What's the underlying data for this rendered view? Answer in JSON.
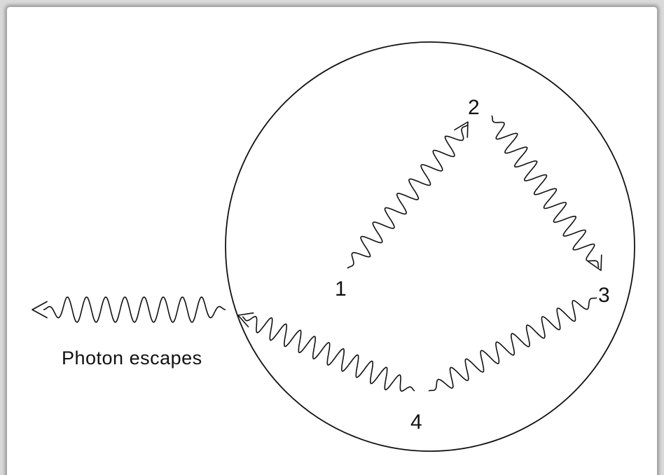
{
  "diagram": {
    "points": [
      {
        "id": "1",
        "label": "1"
      },
      {
        "id": "2",
        "label": "2"
      },
      {
        "id": "3",
        "label": "3"
      },
      {
        "id": "4",
        "label": "4"
      }
    ],
    "escape_caption": "Photon escapes"
  }
}
